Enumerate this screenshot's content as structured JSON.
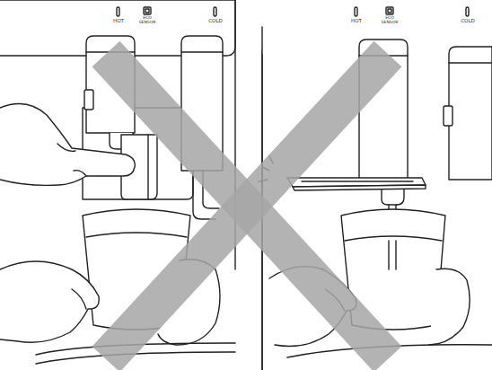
{
  "diagram": {
    "labels": [
      "HOT",
      "ECO SENSOR",
      "COLD",
      "HOT",
      "ECO SENSOR",
      "COLD"
    ]
  }
}
